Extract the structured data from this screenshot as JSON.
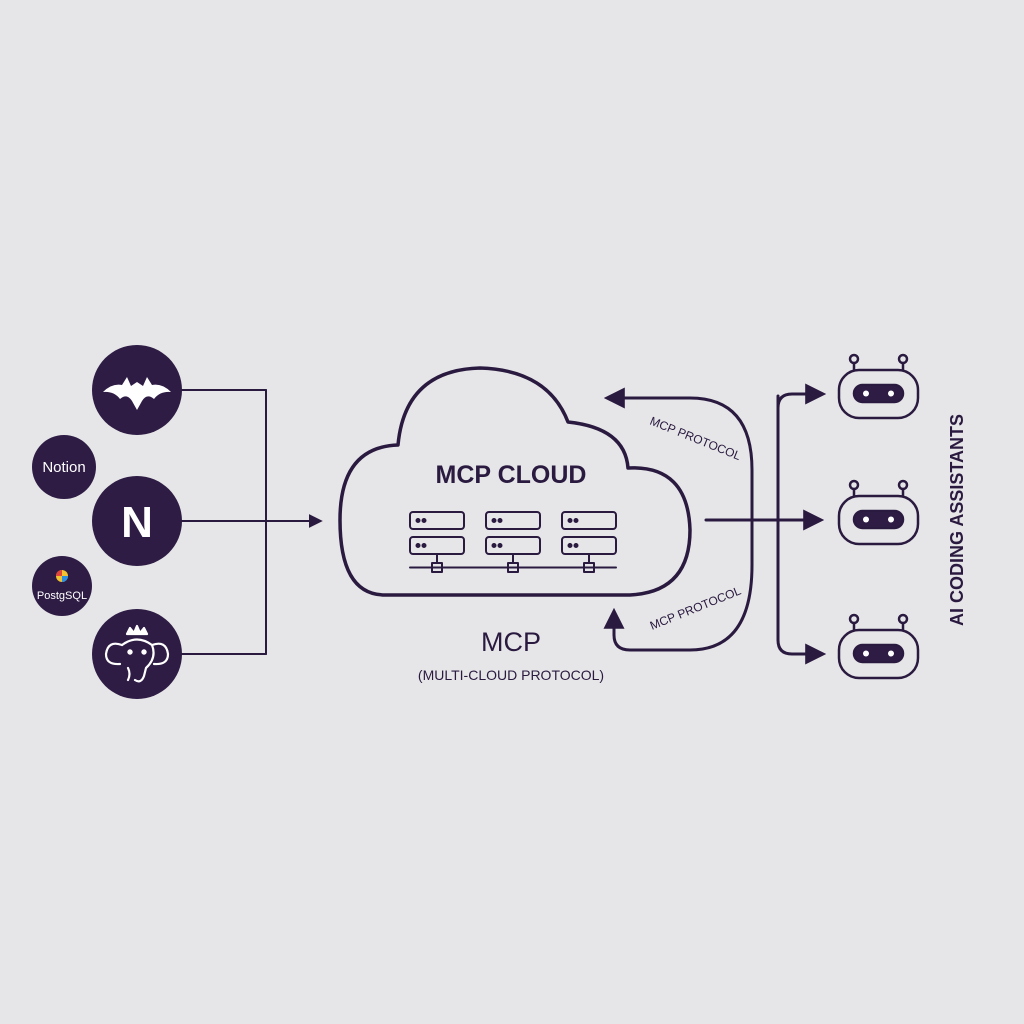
{
  "sources": {
    "notion_label": "Notion",
    "notion_glyph": "N",
    "postgres_label": "PostgSQL"
  },
  "cloud": {
    "title": "MCP CLOUD"
  },
  "caption": {
    "title": "MCP",
    "subtitle": "(MULTI-CLOUD PROTOCOL)"
  },
  "protocol": {
    "upper_label": "MCP PROTOCOL",
    "lower_label": "MCP PROTOCOL"
  },
  "assistants": {
    "label": "AI CODING ASSISTANTS",
    "robots": [
      "robot",
      "robot",
      "robot"
    ]
  },
  "icons": {
    "source_1": "bat-icon",
    "source_2": "notion-icon",
    "source_3": "elephant-icon",
    "server": "server-icon",
    "assistant": "robot-icon"
  },
  "colors": {
    "ink": "#2a1a40",
    "background": "#e6e6e8"
  }
}
